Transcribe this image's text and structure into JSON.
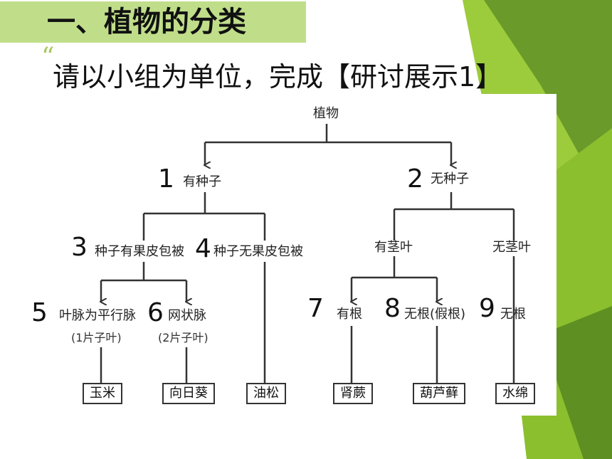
{
  "title": "一、植物的分类",
  "instruction": "请以小组为单位，完成【研讨展示1】",
  "quote_mark": "“",
  "colors": {
    "title_band": "#c0de8a",
    "deco_light": "#9ccb3c",
    "deco_dark": "#6a9a2a",
    "line": "#333333"
  },
  "tree": {
    "root": "植物",
    "n1": {
      "num": "1",
      "label": "有种子"
    },
    "n2": {
      "num": "2",
      "label": "无种子"
    },
    "n3": {
      "num": "3",
      "label": "种子有果皮包被"
    },
    "n4": {
      "num": "4",
      "label": "种子无果皮包被"
    },
    "stem_yes": "有茎叶",
    "stem_no": "无茎叶",
    "n5": {
      "num": "5",
      "label": "叶脉为平行脉",
      "sub": "(1片子叶)"
    },
    "n6": {
      "num": "6",
      "label": "网状脉",
      "sub": "(2片子叶)"
    },
    "n7": {
      "num": "7",
      "label": "有根"
    },
    "n8": {
      "num": "8",
      "label": "无根(假根)"
    },
    "n9": {
      "num": "9",
      "label": "无根"
    },
    "leaves": [
      "玉米",
      "向日葵",
      "油松",
      "肾蕨",
      "葫芦藓",
      "水绵"
    ]
  }
}
